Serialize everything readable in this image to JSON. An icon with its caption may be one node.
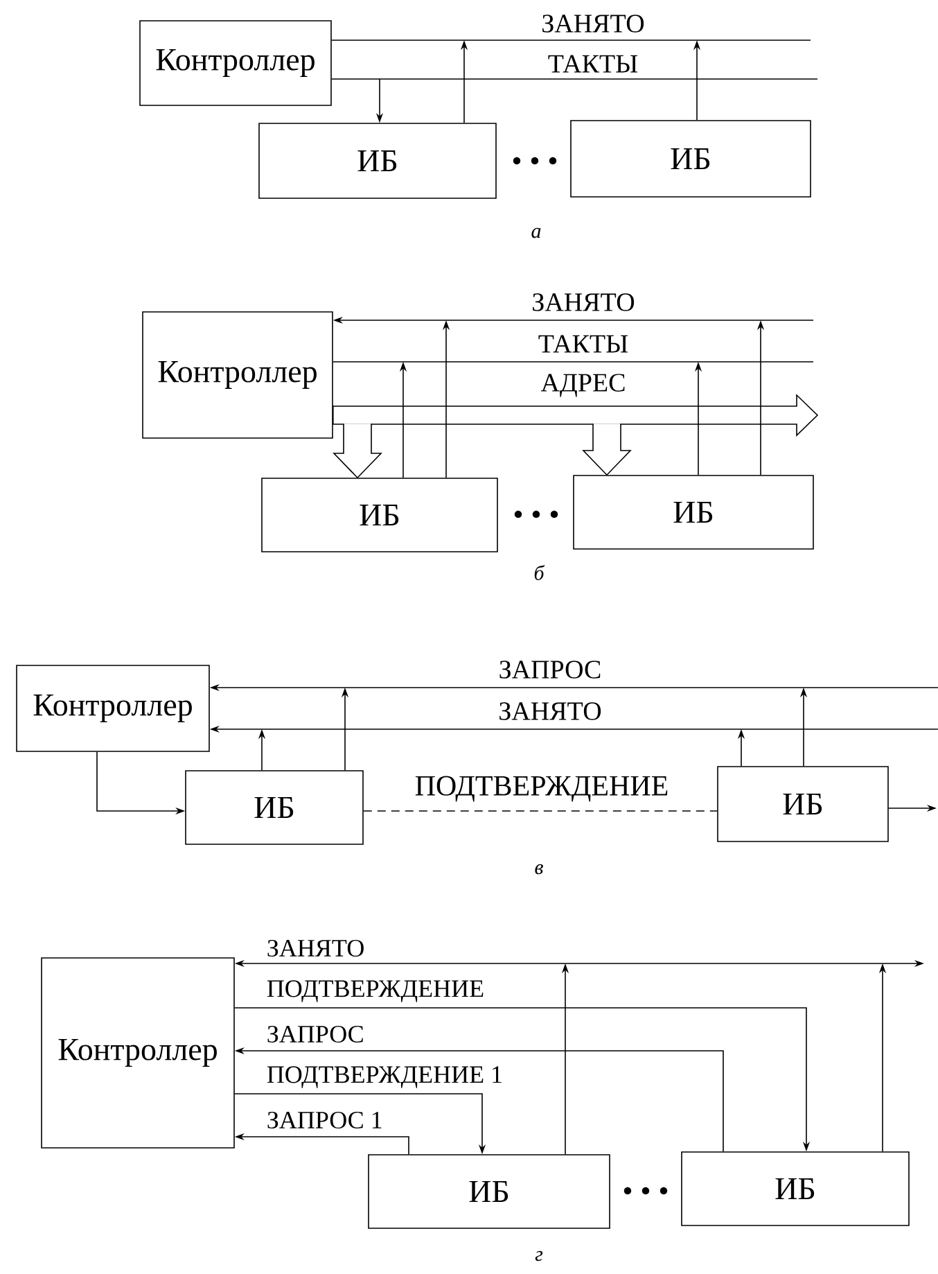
{
  "diagram": {
    "nodes": [
      {
        "text": [
          "Контроллер"
        ]
      },
      {
        "text": [
          "ИБ"
        ]
      },
      {
        "text": [
          "ИБ"
        ]
      },
      {
        "text": [
          "Контроллер"
        ]
      },
      {
        "text": [
          "ИБ"
        ]
      },
      {
        "text": [
          "ИБ"
        ]
      },
      {
        "text": [
          "Контроллер"
        ]
      },
      {
        "text": [
          "ИБ"
        ]
      },
      {
        "text": [
          "ИБ"
        ]
      },
      {
        "text": [
          "Контроллер"
        ]
      },
      {
        "text": [
          "ИБ"
        ]
      },
      {
        "text": [
          "ИБ"
        ]
      }
    ],
    "edges": [
      {
        "from": 0,
        "to": null,
        "arrow": "none",
        "label": "ЗАНЯТО"
      },
      {
        "from": 0,
        "to": null,
        "arrow": "none",
        "label": "ТАКТЫ"
      },
      {
        "from": null,
        "to": 1,
        "arrow": "to"
      },
      {
        "from": 1,
        "to": null,
        "arrow": "to"
      },
      {
        "from": 2,
        "to": null,
        "arrow": "to"
      },
      {
        "from": null,
        "to": 3,
        "arrow": "to",
        "label": "ЗАНЯТО"
      },
      {
        "from": 3,
        "to": null,
        "arrow": "none",
        "label": "ТАКТЫ"
      },
      {
        "from": 3,
        "to": null,
        "arrow": "to",
        "label": "АДРЕС",
        "style": "thick"
      },
      {
        "from": null,
        "to": 4,
        "arrow": "to",
        "style": "thick"
      },
      {
        "from": null,
        "to": 5,
        "arrow": "to",
        "style": "thick"
      },
      {
        "from": 4,
        "to": null,
        "arrow": "to"
      },
      {
        "from": 4,
        "to": null,
        "arrow": "to"
      },
      {
        "from": 5,
        "to": null,
        "arrow": "to"
      },
      {
        "from": 5,
        "to": null,
        "arrow": "to"
      },
      {
        "from": null,
        "to": 6,
        "arrow": "to",
        "label": "ЗАПРОС"
      },
      {
        "from": null,
        "to": 6,
        "arrow": "to",
        "label": "ЗАНЯТО"
      },
      {
        "from": 7,
        "to": null,
        "arrow": "to"
      },
      {
        "from": 7,
        "to": null,
        "arrow": "to"
      },
      {
        "from": 8,
        "to": null,
        "arrow": "to"
      },
      {
        "from": 8,
        "to": null,
        "arrow": "to"
      },
      {
        "from": 6,
        "to": 7,
        "arrow": "to"
      },
      {
        "from": 7,
        "to": 8,
        "arrow": "none",
        "label": "ПОДТВЕРЖДЕНИЕ",
        "style": "dashed"
      },
      {
        "from": 8,
        "to": null,
        "arrow": "to"
      },
      {
        "from": 9,
        "to": null,
        "arrow": "both",
        "label": "ЗАНЯТО"
      },
      {
        "from": 10,
        "to": null,
        "arrow": "to"
      },
      {
        "from": 11,
        "to": null,
        "arrow": "to"
      },
      {
        "from": 9,
        "to": 11,
        "arrow": "to",
        "label": "ПОДТВЕРЖДЕНИЕ"
      },
      {
        "from": 11,
        "to": 9,
        "arrow": "to",
        "label": "ЗАПРОС"
      },
      {
        "from": 9,
        "to": 10,
        "arrow": "to",
        "label": "ПОДТВЕРЖДЕНИЕ 1"
      },
      {
        "from": 10,
        "to": 9,
        "arrow": "to",
        "label": "ЗАПРОС 1"
      }
    ],
    "labels": [
      "а",
      "б",
      "в",
      "г"
    ]
  }
}
